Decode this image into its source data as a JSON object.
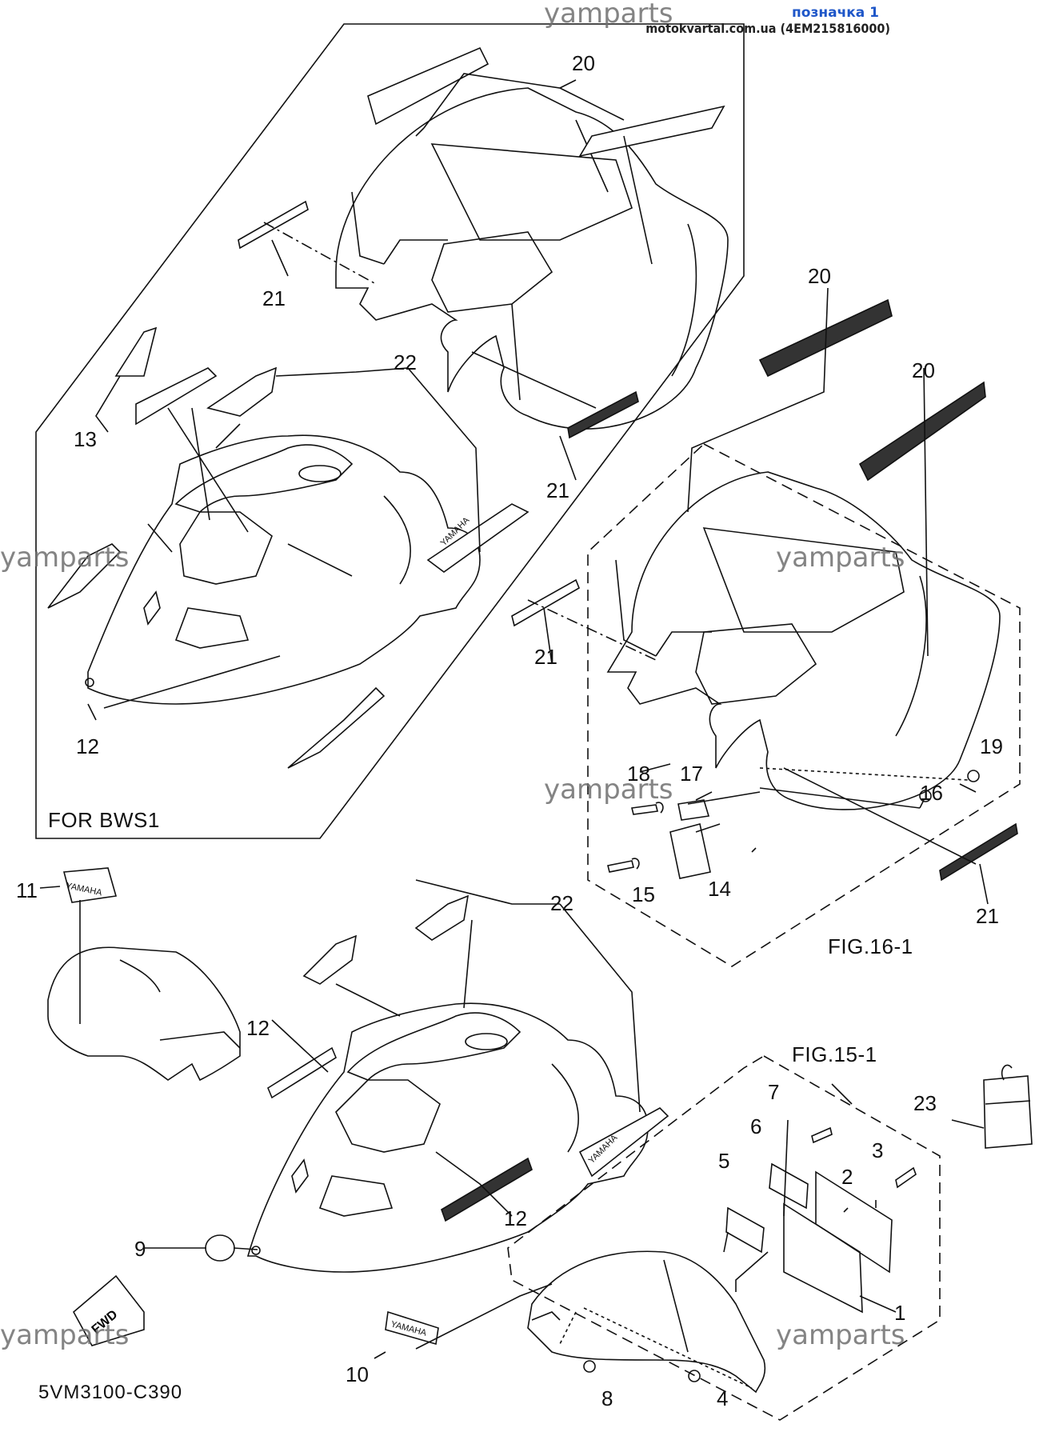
{
  "header": {
    "label": "позначка 1",
    "site": "motokvartal.com.ua (4EM215816000)"
  },
  "watermark": "yamparts",
  "diagram_code": "5VM3100-C390",
  "figure_refs": {
    "bws": "FOR BWS1",
    "fig16": "FIG.16-1",
    "fig15": "FIG.15-1"
  },
  "callouts": {
    "c20a": "20",
    "c21a": "21",
    "c22a": "22",
    "c13": "13",
    "c21b": "21",
    "c12a": "12",
    "c20b": "20",
    "c20c": "20",
    "c21c": "21",
    "c18": "18",
    "c17": "17",
    "c19": "19",
    "c16": "16",
    "c15": "15",
    "c14": "14",
    "c21d": "21",
    "c11": "11",
    "c22b": "22",
    "c12b": "12",
    "c12c": "12",
    "c9": "9",
    "c10": "10",
    "c7": "7",
    "c6": "6",
    "c3": "3",
    "c5": "5",
    "c2": "2",
    "c23": "23",
    "c1": "1",
    "c8": "8",
    "c4": "4"
  },
  "decals": {
    "yamaha": "YAMAHA",
    "fwd": "FWD"
  }
}
